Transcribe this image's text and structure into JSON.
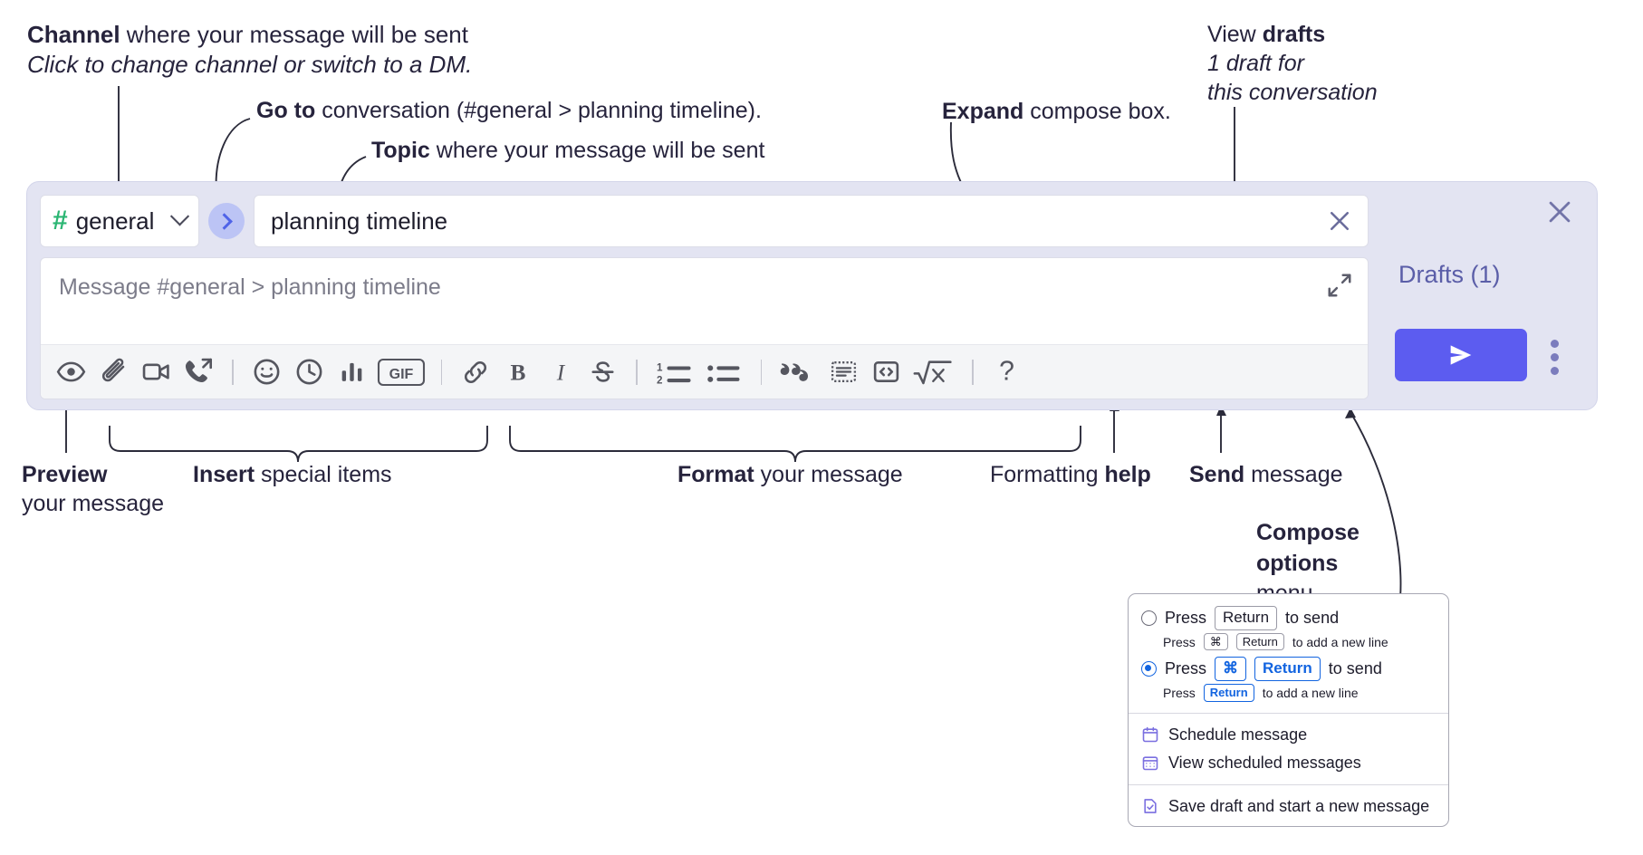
{
  "annotations": {
    "channel": {
      "bold": "Channel",
      "rest": " where your message will be sent",
      "italic": "Click to change channel or switch to a DM."
    },
    "goto": {
      "bold": "Go to",
      "rest": " conversation (#general > planning timeline)."
    },
    "topic": {
      "bold": "Topic",
      "rest": " where your message will be sent"
    },
    "expand": {
      "bold": "Expand",
      "rest": " compose box."
    },
    "drafts": {
      "pre": "View ",
      "bold": "drafts",
      "italic1": "1 draft for",
      "italic2": "this conversation"
    },
    "preview": {
      "bold": "Preview",
      "rest": "your message"
    },
    "insert": {
      "bold": "Insert",
      "rest": " special items"
    },
    "format": {
      "bold": "Format",
      "rest": " your message"
    },
    "formatting_help": {
      "pre": "Formatting ",
      "bold": "help"
    },
    "send": {
      "bold": "Send",
      "rest": " message"
    },
    "compose_options": {
      "bold1": "Compose",
      "bold2": "options",
      "rest": "menu"
    }
  },
  "compose": {
    "channel": {
      "hash": "#",
      "name": "general"
    },
    "goto_button": "go-to-conversation",
    "topic": {
      "value": "planning timeline"
    },
    "message": {
      "placeholder": "Message #general > planning timeline"
    },
    "drafts_link": "Drafts (1)",
    "toolbar": [
      {
        "name": "preview-icon",
        "label": "Preview"
      },
      {
        "name": "attachment-icon",
        "label": "Attach file"
      },
      {
        "name": "video-icon",
        "label": "Record video clip"
      },
      {
        "name": "audio-call-icon",
        "label": "Record audio clip"
      },
      {
        "name": "separator",
        "label": ""
      },
      {
        "name": "emoji-icon",
        "label": "Emoji"
      },
      {
        "name": "clock-icon",
        "label": "Schedule"
      },
      {
        "name": "poll-icon",
        "label": "Poll"
      },
      {
        "name": "gif-icon",
        "label": "GIF"
      },
      {
        "name": "separator",
        "label": ""
      },
      {
        "name": "link-icon",
        "label": "Link"
      },
      {
        "name": "bold-icon",
        "label": "B"
      },
      {
        "name": "italic-icon",
        "label": "I"
      },
      {
        "name": "strikethrough-icon",
        "label": "S"
      },
      {
        "name": "separator",
        "label": ""
      },
      {
        "name": "ordered-list-icon",
        "label": "Ordered list"
      },
      {
        "name": "bulleted-list-icon",
        "label": "Bulleted list"
      },
      {
        "name": "separator",
        "label": ""
      },
      {
        "name": "blockquote-icon",
        "label": "Blockquote"
      },
      {
        "name": "code-block-icon",
        "label": "Code block"
      },
      {
        "name": "inline-code-icon",
        "label": "Inline code"
      },
      {
        "name": "math-icon",
        "label": "Math"
      },
      {
        "name": "separator",
        "label": ""
      },
      {
        "name": "help-icon",
        "label": "?"
      }
    ],
    "colors": {
      "accent": "#5c5cf0",
      "panel": "#e3e4f2",
      "hash_green": "#2bb673",
      "drafts_text": "#5b5ea8"
    }
  },
  "menu": {
    "option1": {
      "pre": "Press",
      "key": "Return",
      "post": "to send",
      "sub_pre": "Press",
      "sub_key1": "⌘",
      "sub_key2": "Return",
      "sub_post": "to add a new line",
      "selected": false
    },
    "option2": {
      "pre": "Press",
      "key1": "⌘",
      "key2": "Return",
      "post": "to send",
      "sub_pre": "Press",
      "sub_key": "Return",
      "sub_post": "to add a new line",
      "selected": true
    },
    "items": [
      {
        "icon": "calendar-icon",
        "label": "Schedule message"
      },
      {
        "icon": "calendar-grid-icon",
        "label": "View scheduled messages"
      },
      {
        "icon": "save-draft-icon",
        "label": "Save draft and start a new message"
      }
    ]
  }
}
